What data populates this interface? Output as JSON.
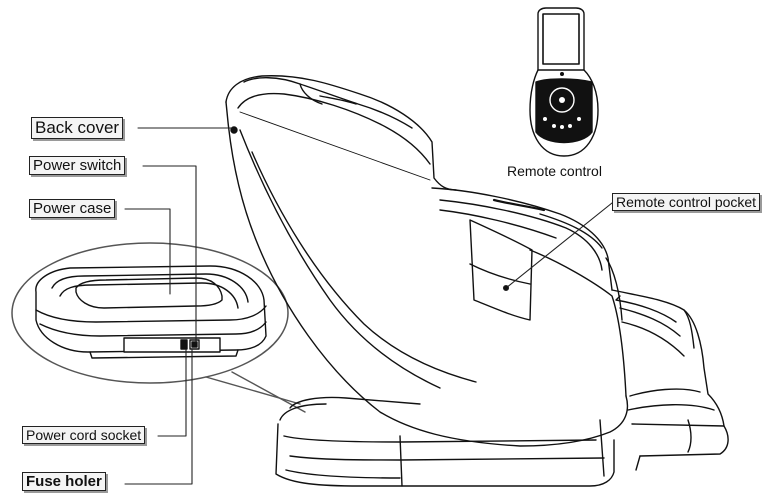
{
  "labels": {
    "back_cover": "Back cover",
    "power_switch": "Power switch",
    "power_case": "Power case",
    "power_cord_socket": "Power cord socket",
    "fuse_holer": "Fuse holer",
    "remote_control": "Remote control",
    "remote_control_pocket": "Remote control pocket"
  }
}
